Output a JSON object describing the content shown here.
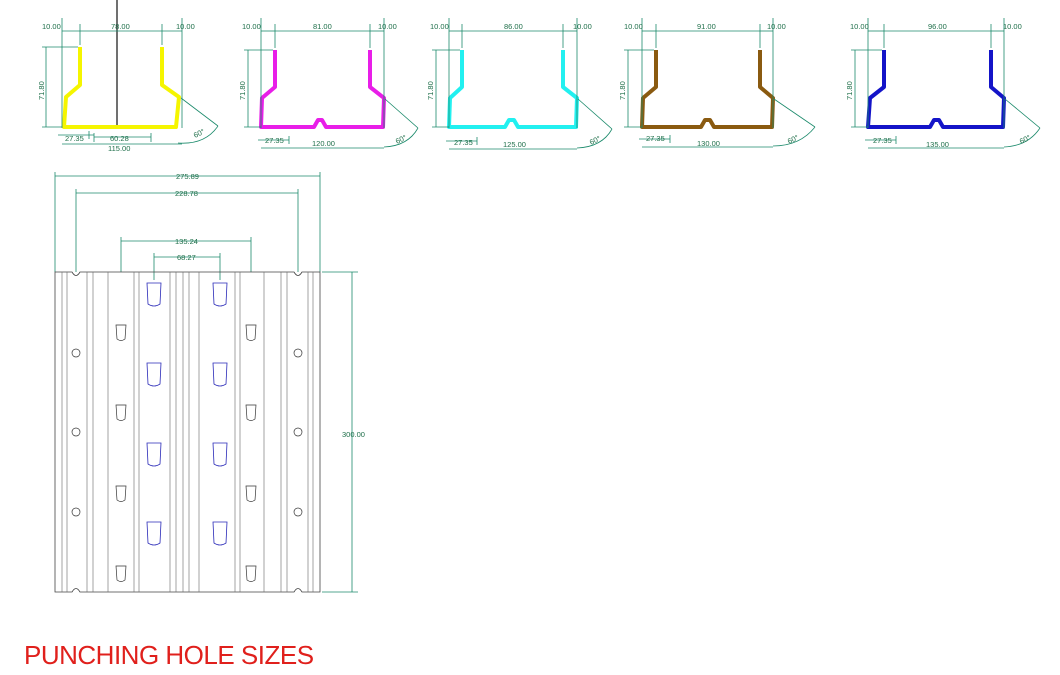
{
  "profiles": [
    {
      "color": "#f5f500",
      "left": "10.00",
      "top": "78.00",
      "right": "10.00",
      "height": "71.80",
      "foot": "27.35",
      "mid": "60.28",
      "width": "115.00",
      "angle": "60°"
    },
    {
      "color": "#e81ee8",
      "left": "10.00",
      "top": "81.00",
      "right": "10.00",
      "height": "71.80",
      "foot": "27.35",
      "mid": "",
      "width": "120.00",
      "angle": "60°"
    },
    {
      "color": "#22f0f0",
      "left": "10.00",
      "top": "86.00",
      "right": "10.00",
      "height": "71.80",
      "foot": "27.35",
      "mid": "",
      "width": "125.00",
      "angle": "60°"
    },
    {
      "color": "#8a5a10",
      "left": "10.00",
      "top": "91.00",
      "right": "10.00",
      "height": "71.80",
      "foot": "27.35",
      "mid": "",
      "width": "130.00",
      "angle": "60°"
    },
    {
      "color": "#1414c8",
      "left": "10.00",
      "top": "96.00",
      "right": "10.00",
      "height": "71.80",
      "foot": "27.35",
      "mid": "",
      "width": "135.00",
      "angle": "60°"
    }
  ],
  "plate": {
    "overall_width": "275.89",
    "hole_span": "228.78",
    "inner_span": "135.24",
    "center_span": "68.27",
    "length": "300.00"
  },
  "caption": {
    "text": "PUNCHING HOLE SIZES",
    "color": "#e0201c"
  }
}
